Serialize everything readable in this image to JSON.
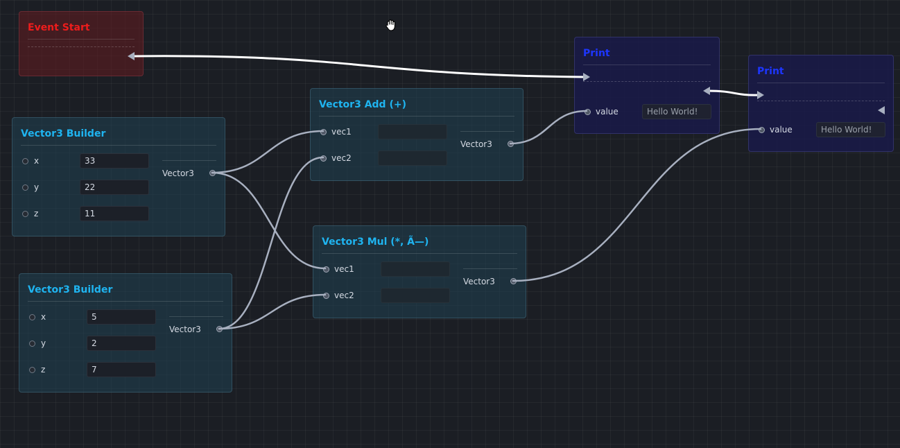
{
  "nodes": {
    "event_start": {
      "title": "Event Start"
    },
    "builder1": {
      "title": "Vector3 Builder",
      "inputs": [
        {
          "label": "x",
          "value": "33"
        },
        {
          "label": "y",
          "value": "22"
        },
        {
          "label": "z",
          "value": "11"
        }
      ],
      "output": "Vector3"
    },
    "builder2": {
      "title": "Vector3 Builder",
      "inputs": [
        {
          "label": "x",
          "value": "5"
        },
        {
          "label": "y",
          "value": "2"
        },
        {
          "label": "z",
          "value": "7"
        }
      ],
      "output": "Vector3"
    },
    "add": {
      "title": "Vector3 Add (+)",
      "inputs": [
        {
          "label": "vec1",
          "value": ""
        },
        {
          "label": "vec2",
          "value": ""
        }
      ],
      "output": "Vector3"
    },
    "mul": {
      "title": "Vector3 Mul (*, Ã—)",
      "inputs": [
        {
          "label": "vec1",
          "value": ""
        },
        {
          "label": "vec2",
          "value": ""
        }
      ],
      "output": "Vector3"
    },
    "print1": {
      "title": "Print",
      "input_label": "value",
      "input_value": "Hello World!"
    },
    "print2": {
      "title": "Print",
      "input_label": "value",
      "input_value": "Hello World!"
    }
  },
  "colors": {
    "canvas": "#1b1e24",
    "wire": "#a8b0c0",
    "exec_wire": "#ffffff",
    "title_blue": "#1fb4f0",
    "title_red": "#ee1c1c",
    "title_print": "#1d36ff"
  },
  "icons": {
    "cursor": "grab-hand-icon"
  }
}
